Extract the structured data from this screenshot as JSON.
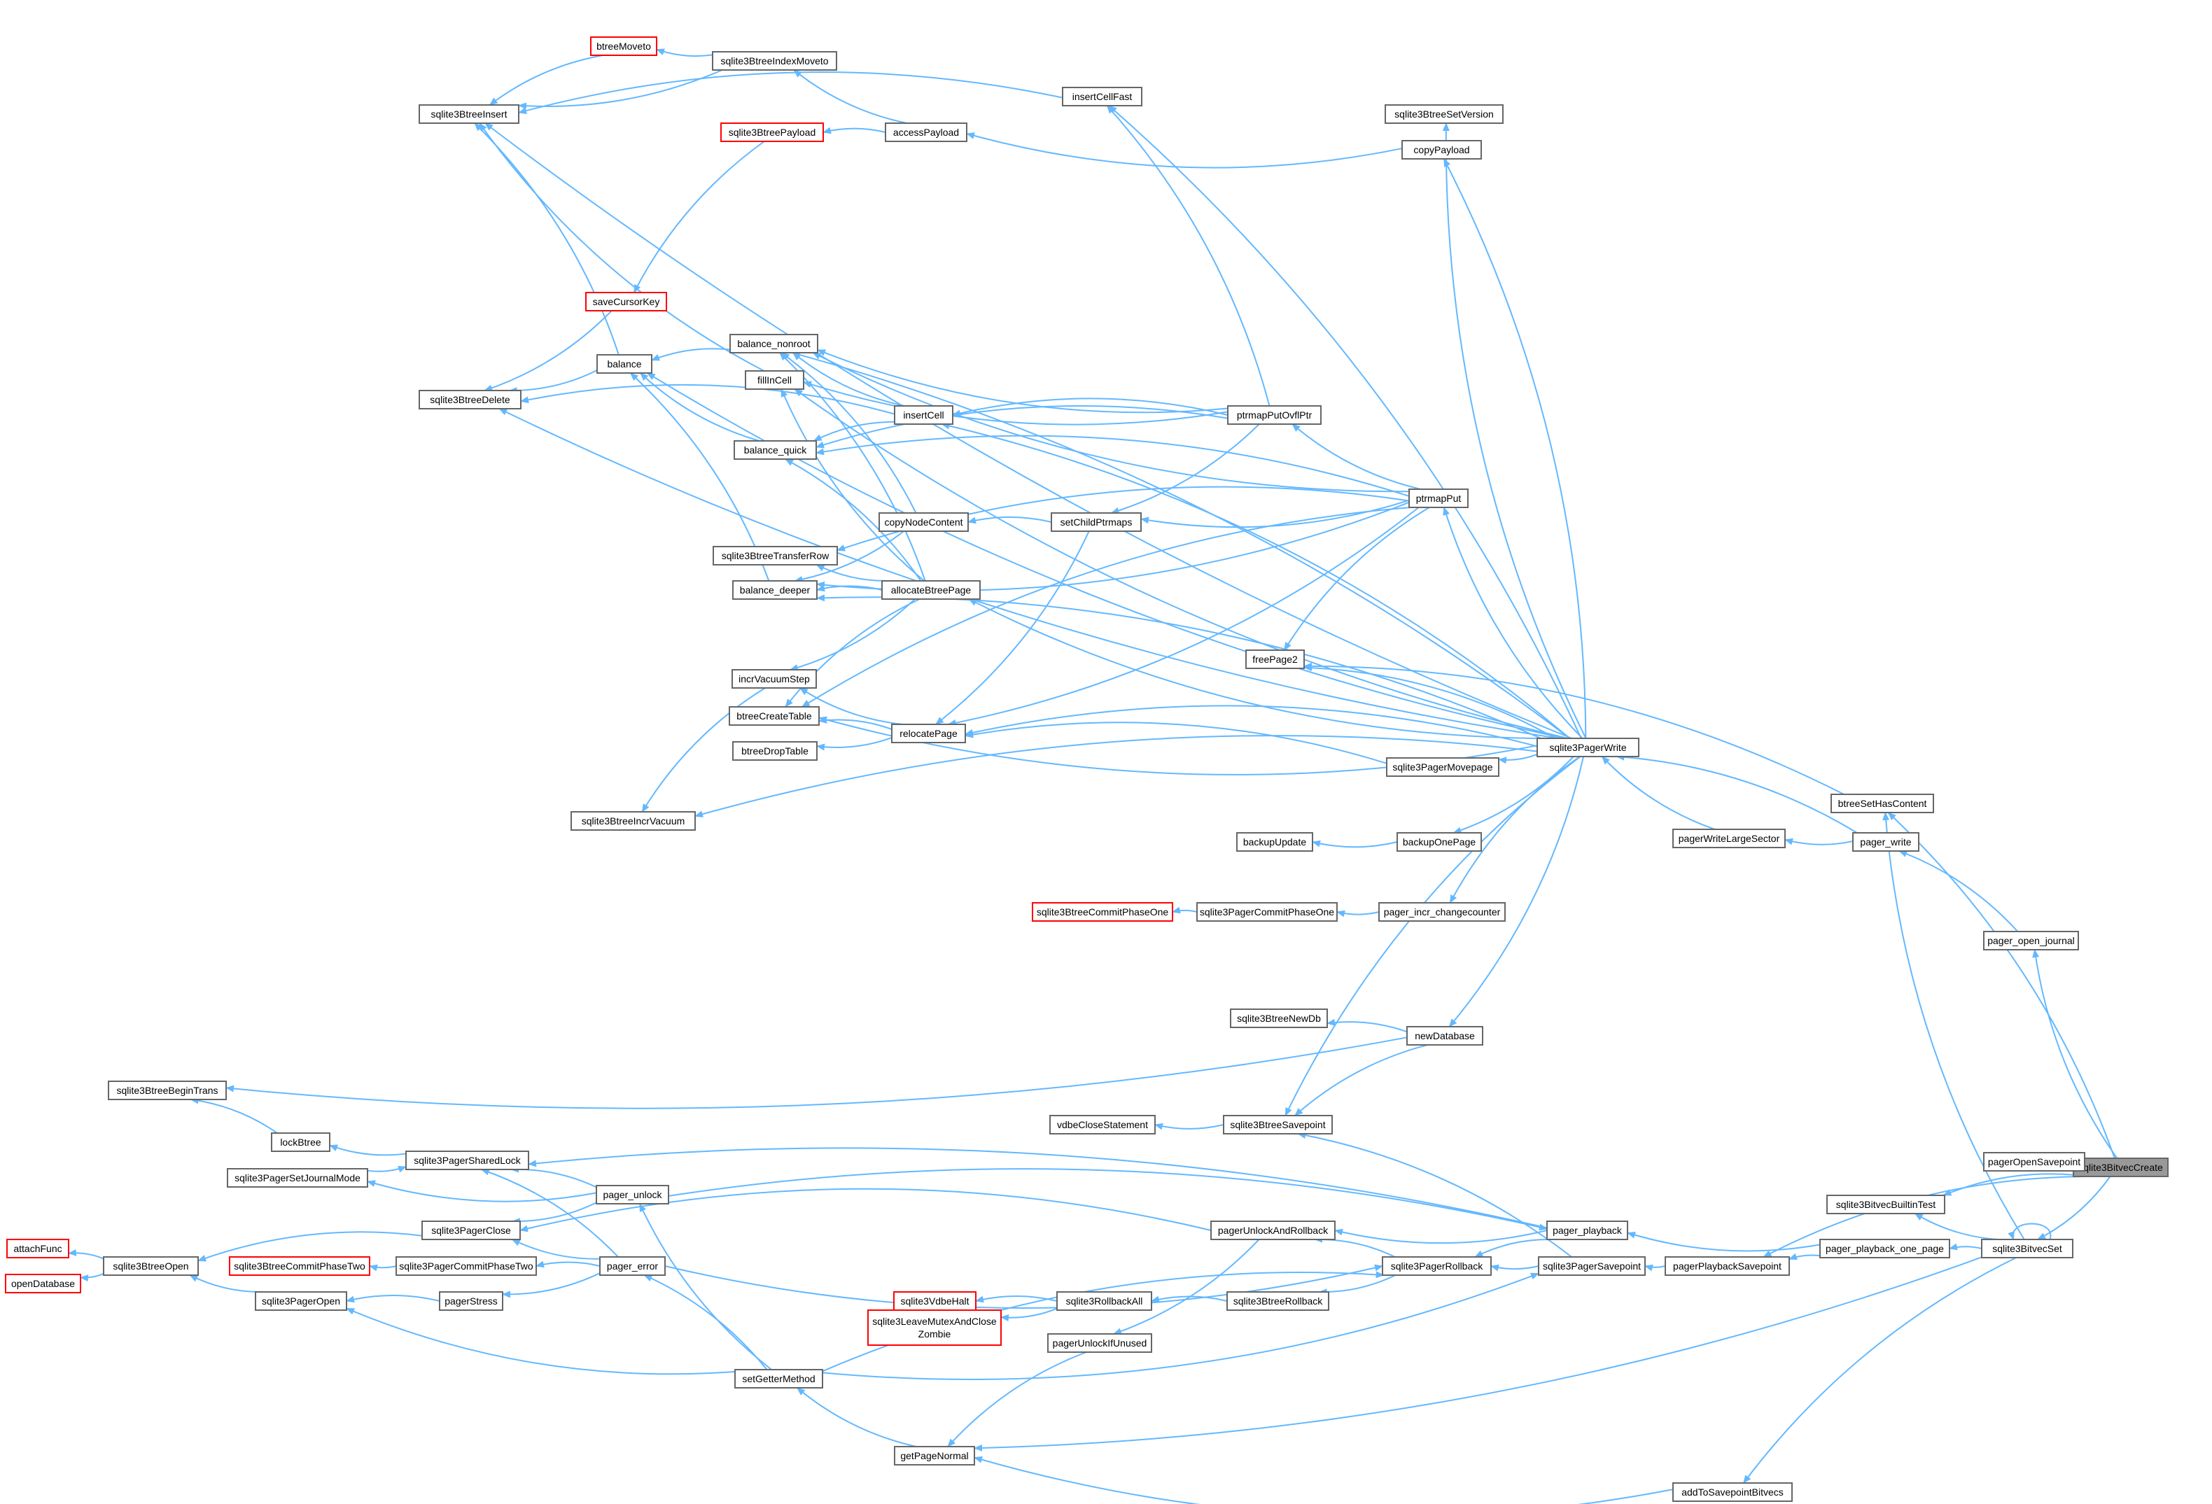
{
  "graph": {
    "root": "sqlite3BitvecCreate",
    "colors": {
      "edge": "#63b8ff",
      "border": "#666666",
      "highlight_border": "#ff0000",
      "root_fill": "#999999"
    },
    "nodes": [
      {
        "id": "sqlite3BitvecCreate",
        "label": "sqlite3BitvecCreate",
        "root": true
      },
      {
        "id": "btreeMoveto",
        "label": "btreeMoveto",
        "red": true
      },
      {
        "id": "sqlite3BtreeIndexMoveto",
        "label": "sqlite3BtreeIndexMoveto"
      },
      {
        "id": "sqlite3BtreeInsert",
        "label": "sqlite3BtreeInsert"
      },
      {
        "id": "insertCellFast",
        "label": "insertCellFast"
      },
      {
        "id": "sqlite3BtreeSetVersion",
        "label": "sqlite3BtreeSetVersion"
      },
      {
        "id": "sqlite3BtreePayload",
        "label": "sqlite3BtreePayload",
        "red": true
      },
      {
        "id": "accessPayload",
        "label": "accessPayload"
      },
      {
        "id": "copyPayload",
        "label": "copyPayload"
      },
      {
        "id": "saveCursorKey",
        "label": "saveCursorKey",
        "red": true
      },
      {
        "id": "balance_nonroot",
        "label": "balance_nonroot"
      },
      {
        "id": "balance",
        "label": "balance"
      },
      {
        "id": "fillInCell",
        "label": "fillInCell"
      },
      {
        "id": "sqlite3BtreeDelete",
        "label": "sqlite3BtreeDelete"
      },
      {
        "id": "insertCell",
        "label": "insertCell"
      },
      {
        "id": "ptrmapPutOvflPtr",
        "label": "ptrmapPutOvflPtr"
      },
      {
        "id": "balance_quick",
        "label": "balance_quick"
      },
      {
        "id": "ptrmapPut",
        "label": "ptrmapPut"
      },
      {
        "id": "copyNodeContent",
        "label": "copyNodeContent"
      },
      {
        "id": "setChildPtrmaps",
        "label": "setChildPtrmaps"
      },
      {
        "id": "sqlite3BtreeTransferRow",
        "label": "sqlite3BtreeTransferRow"
      },
      {
        "id": "balance_deeper",
        "label": "balance_deeper"
      },
      {
        "id": "allocateBtreePage",
        "label": "allocateBtreePage"
      },
      {
        "id": "freePage2",
        "label": "freePage2"
      },
      {
        "id": "incrVacuumStep",
        "label": "incrVacuumStep"
      },
      {
        "id": "btreeCreateTable",
        "label": "btreeCreateTable"
      },
      {
        "id": "relocatePage",
        "label": "relocatePage"
      },
      {
        "id": "sqlite3PagerWrite",
        "label": "sqlite3PagerWrite"
      },
      {
        "id": "btreeDropTable",
        "label": "btreeDropTable"
      },
      {
        "id": "sqlite3PagerMovepage",
        "label": "sqlite3PagerMovepage"
      },
      {
        "id": "btreeSetHasContent",
        "label": "btreeSetHasContent"
      },
      {
        "id": "sqlite3BtreeIncrVacuum",
        "label": "sqlite3BtreeIncrVacuum"
      },
      {
        "id": "pagerWriteLargeSector",
        "label": "pagerWriteLargeSector"
      },
      {
        "id": "pager_write",
        "label": "pager_write"
      },
      {
        "id": "backupUpdate",
        "label": "backupUpdate"
      },
      {
        "id": "backupOnePage",
        "label": "backupOnePage"
      },
      {
        "id": "sqlite3BtreeCommitPhaseOne",
        "label": "sqlite3BtreeCommitPhaseOne",
        "red": true
      },
      {
        "id": "sqlite3PagerCommitPhaseOne",
        "label": "sqlite3PagerCommitPhaseOne"
      },
      {
        "id": "pager_incr_changecounter",
        "label": "pager_incr_changecounter"
      },
      {
        "id": "pager_open_journal",
        "label": "pager_open_journal"
      },
      {
        "id": "sqlite3BtreeNewDb",
        "label": "sqlite3BtreeNewDb"
      },
      {
        "id": "newDatabase",
        "label": "newDatabase"
      },
      {
        "id": "sqlite3BtreeBeginTrans",
        "label": "sqlite3BtreeBeginTrans"
      },
      {
        "id": "vdbeCloseStatement",
        "label": "vdbeCloseStatement"
      },
      {
        "id": "sqlite3BtreeSavepoint",
        "label": "sqlite3BtreeSavepoint"
      },
      {
        "id": "lockBtree",
        "label": "lockBtree"
      },
      {
        "id": "pagerOpenSavepoint",
        "label": "pagerOpenSavepoint"
      },
      {
        "id": "sqlite3PagerSharedLock",
        "label": "sqlite3PagerSharedLock"
      },
      {
        "id": "sqlite3PagerSetJournalMode",
        "label": "sqlite3PagerSetJournalMode"
      },
      {
        "id": "pager_unlock",
        "label": "pager_unlock"
      },
      {
        "id": "sqlite3BitvecBuiltinTest",
        "label": "sqlite3BitvecBuiltinTest"
      },
      {
        "id": "pager_playback",
        "label": "pager_playback"
      },
      {
        "id": "pagerUnlockAndRollback",
        "label": "pagerUnlockAndRollback"
      },
      {
        "id": "attachFunc",
        "label": "attachFunc",
        "red": true
      },
      {
        "id": "sqlite3PagerClose",
        "label": "sqlite3PagerClose"
      },
      {
        "id": "pager_playback_one_page",
        "label": "pager_playback_one_page"
      },
      {
        "id": "sqlite3BitvecSet",
        "label": "sqlite3BitvecSet"
      },
      {
        "id": "sqlite3BtreeOpen",
        "label": "sqlite3BtreeOpen"
      },
      {
        "id": "sqlite3BtreeCommitPhaseTwo",
        "label": "sqlite3BtreeCommitPhaseTwo",
        "red": true
      },
      {
        "id": "sqlite3PagerCommitPhaseTwo",
        "label": "sqlite3PagerCommitPhaseTwo"
      },
      {
        "id": "pager_error",
        "label": "pager_error"
      },
      {
        "id": "sqlite3PagerRollback",
        "label": "sqlite3PagerRollback"
      },
      {
        "id": "sqlite3PagerSavepoint",
        "label": "sqlite3PagerSavepoint"
      },
      {
        "id": "pagerPlaybackSavepoint",
        "label": "pagerPlaybackSavepoint"
      },
      {
        "id": "openDatabase",
        "label": "openDatabase",
        "red": true
      },
      {
        "id": "sqlite3PagerOpen",
        "label": "sqlite3PagerOpen"
      },
      {
        "id": "pagerStress",
        "label": "pagerStress"
      },
      {
        "id": "sqlite3VdbeHalt",
        "label": "sqlite3VdbeHalt",
        "red": true
      },
      {
        "id": "sqlite3RollbackAll",
        "label": "sqlite3RollbackAll"
      },
      {
        "id": "sqlite3BtreeRollback",
        "label": "sqlite3BtreeRollback"
      },
      {
        "id": "sqlite3LeaveMutexAndCloseZombie",
        "label": "sqlite3LeaveMutexAndClose\nZombie",
        "red": true
      },
      {
        "id": "pagerUnlockIfUnused",
        "label": "pagerUnlockIfUnused"
      },
      {
        "id": "setGetterMethod",
        "label": "setGetterMethod"
      },
      {
        "id": "getPageNormal",
        "label": "getPageNormal"
      },
      {
        "id": "addToSavepointBitvecs",
        "label": "addToSavepointBitvecs"
      }
    ],
    "edges": [
      [
        "btreeMoveto",
        "sqlite3BtreeIndexMoveto"
      ],
      [
        "sqlite3BtreeInsert",
        "btreeMoveto"
      ],
      [
        "sqlite3BtreeInsert",
        "sqlite3BtreeIndexMoveto"
      ],
      [
        "sqlite3BtreeInsert",
        "insertCellFast"
      ],
      [
        "sqlite3BtreeIndexMoveto",
        "accessPayload"
      ],
      [
        "sqlite3BtreePayload",
        "accessPayload"
      ],
      [
        "accessPayload",
        "copyPayload"
      ],
      [
        "saveCursorKey",
        "sqlite3BtreePayload"
      ],
      [
        "sqlite3BtreeDelete",
        "saveCursorKey"
      ],
      [
        "sqlite3BtreeInsert",
        "balance"
      ],
      [
        "sqlite3BtreeDelete",
        "balance"
      ],
      [
        "balance",
        "balance_nonroot"
      ],
      [
        "balance",
        "balance_quick"
      ],
      [
        "balance",
        "balance_deeper"
      ],
      [
        "sqlite3BtreeInsert",
        "fillInCell"
      ],
      [
        "sqlite3BtreeDelete",
        "insertCell"
      ],
      [
        "balance_nonroot",
        "insertCell"
      ],
      [
        "balance_quick",
        "insertCell"
      ],
      [
        "fillInCell",
        "ptrmapPutOvflPtr"
      ],
      [
        "insertCell",
        "ptrmapPutOvflPtr"
      ],
      [
        "balance_nonroot",
        "ptrmapPutOvflPtr"
      ],
      [
        "balance_quick",
        "ptrmapPutOvflPtr"
      ],
      [
        "setChildPtrmaps",
        "ptrmapPutOvflPtr"
      ],
      [
        "copyNodeContent",
        "setChildPtrmaps"
      ],
      [
        "relocatePage",
        "setChildPtrmaps"
      ],
      [
        "balance_nonroot",
        "copyNodeContent"
      ],
      [
        "balance_deeper",
        "copyNodeContent"
      ],
      [
        "balance_nonroot",
        "allocateBtreePage"
      ],
      [
        "fillInCell",
        "allocateBtreePage"
      ],
      [
        "balance_quick",
        "allocateBtreePage"
      ],
      [
        "sqlite3BtreeTransferRow",
        "allocateBtreePage"
      ],
      [
        "balance_deeper",
        "allocateBtreePage"
      ],
      [
        "incrVacuumStep",
        "allocateBtreePage"
      ],
      [
        "btreeCreateTable",
        "allocateBtreePage"
      ],
      [
        "incrVacuumStep",
        "relocatePage"
      ],
      [
        "btreeCreateTable",
        "relocatePage"
      ],
      [
        "btreeDropTable",
        "relocatePage"
      ],
      [
        "sqlite3BtreeIncrVacuum",
        "incrVacuumStep"
      ],
      [
        "balance_nonroot",
        "ptrmapPut"
      ],
      [
        "balance_quick",
        "ptrmapPut"
      ],
      [
        "setChildPtrmaps",
        "ptrmapPut"
      ],
      [
        "sqlite3BtreeTransferRow",
        "ptrmapPut"
      ],
      [
        "balance_deeper",
        "ptrmapPut"
      ],
      [
        "btreeCreateTable",
        "ptrmapPut"
      ],
      [
        "relocatePage",
        "ptrmapPut"
      ],
      [
        "freePage2",
        "ptrmapPut"
      ],
      [
        "ptrmapPutOvflPtr",
        "ptrmapPut"
      ],
      [
        "insertCellFast",
        "ptrmapPutOvflPtr"
      ],
      [
        "sqlite3BtreeInsert",
        "sqlite3PagerWrite"
      ],
      [
        "insertCellFast",
        "sqlite3PagerWrite"
      ],
      [
        "sqlite3BtreeSetVersion",
        "sqlite3PagerWrite"
      ],
      [
        "copyPayload",
        "sqlite3PagerWrite"
      ],
      [
        "balance",
        "sqlite3PagerWrite"
      ],
      [
        "balance_nonroot",
        "sqlite3PagerWrite"
      ],
      [
        "fillInCell",
        "sqlite3PagerWrite"
      ],
      [
        "insertCell",
        "sqlite3PagerWrite"
      ],
      [
        "ptrmapPut",
        "sqlite3PagerWrite"
      ],
      [
        "freePage2",
        "sqlite3PagerWrite"
      ],
      [
        "allocateBtreePage",
        "sqlite3PagerWrite"
      ],
      [
        "balance_deeper",
        "sqlite3PagerWrite"
      ],
      [
        "btreeCreateTable",
        "sqlite3PagerWrite"
      ],
      [
        "relocatePage",
        "sqlite3PagerWrite"
      ],
      [
        "sqlite3PagerMovepage",
        "sqlite3PagerWrite"
      ],
      [
        "sqlite3BtreeIncrVacuum",
        "sqlite3PagerWrite"
      ],
      [
        "backupOnePage",
        "sqlite3PagerWrite"
      ],
      [
        "pager_incr_changecounter",
        "sqlite3PagerWrite"
      ],
      [
        "newDatabase",
        "sqlite3PagerWrite"
      ],
      [
        "sqlite3BtreeSavepoint",
        "sqlite3PagerWrite"
      ],
      [
        "sqlite3BtreeDelete",
        "sqlite3PagerWrite"
      ],
      [
        "relocatePage",
        "sqlite3PagerMovepage"
      ],
      [
        "backupUpdate",
        "backupOnePage"
      ],
      [
        "sqlite3BtreeCommitPhaseOne",
        "sqlite3PagerCommitPhaseOne"
      ],
      [
        "sqlite3PagerCommitPhaseOne",
        "pager_incr_changecounter"
      ],
      [
        "sqlite3BtreeNewDb",
        "newDatabase"
      ],
      [
        "sqlite3BtreeBeginTrans",
        "newDatabase"
      ],
      [
        "sqlite3BtreeSavepoint",
        "newDatabase"
      ],
      [
        "vdbeCloseStatement",
        "sqlite3BtreeSavepoint"
      ],
      [
        "sqlite3BtreeBeginTrans",
        "lockBtree"
      ],
      [
        "lockBtree",
        "sqlite3PagerSharedLock"
      ],
      [
        "freePage2",
        "btreeSetHasContent"
      ],
      [
        "sqlite3PagerWrite",
        "pagerWriteLargeSector"
      ],
      [
        "sqlite3PagerWrite",
        "pager_write"
      ],
      [
        "pagerWriteLargeSector",
        "pager_write"
      ],
      [
        "pager_write",
        "pager_open_journal"
      ],
      [
        "pager_open_journal",
        "sqlite3BitvecCreate"
      ],
      [
        "btreeSetHasContent",
        "sqlite3BitvecCreate"
      ],
      [
        "pagerOpenSavepoint",
        "sqlite3BitvecCreate"
      ],
      [
        "sqlite3BitvecBuiltinTest",
        "sqlite3BitvecCreate"
      ],
      [
        "sqlite3BitvecSet",
        "sqlite3BitvecCreate"
      ],
      [
        "pagerPlaybackSavepoint",
        "sqlite3BitvecCreate"
      ],
      [
        "sqlite3BitvecBuiltinTest",
        "sqlite3BitvecSet"
      ],
      [
        "sqlite3BitvecSet",
        "sqlite3BitvecSet"
      ],
      [
        "btreeSetHasContent",
        "sqlite3BitvecSet"
      ],
      [
        "pager_playback_one_page",
        "sqlite3BitvecSet"
      ],
      [
        "getPageNormal",
        "sqlite3BitvecSet"
      ],
      [
        "addToSavepointBitvecs",
        "sqlite3BitvecSet"
      ],
      [
        "pager_playback",
        "pager_playback_one_page"
      ],
      [
        "pagerPlaybackSavepoint",
        "pager_playback_one_page"
      ],
      [
        "sqlite3PagerSavepoint",
        "pagerPlaybackSavepoint"
      ],
      [
        "sqlite3PagerSharedLock",
        "pager_playback"
      ],
      [
        "pagerUnlockAndRollback",
        "pager_playback"
      ],
      [
        "sqlite3PagerRollback",
        "pager_playback"
      ],
      [
        "pager_playback",
        "pager_unlock"
      ],
      [
        "sqlite3PagerSharedLock",
        "pager_unlock"
      ],
      [
        "sqlite3PagerSetJournalMode",
        "pager_unlock"
      ],
      [
        "sqlite3PagerSharedLock",
        "sqlite3PagerSetJournalMode"
      ],
      [
        "pager_unlock",
        "setGetterMethod"
      ],
      [
        "sqlite3PagerClose",
        "pagerUnlockAndRollback"
      ],
      [
        "pagerUnlockIfUnused",
        "pagerUnlockAndRollback"
      ],
      [
        "pagerUnlockAndRollback",
        "sqlite3PagerRollback"
      ],
      [
        "sqlite3BtreeRollback",
        "sqlite3PagerRollback"
      ],
      [
        "sqlite3BtreeSavepoint",
        "sqlite3PagerSavepoint"
      ],
      [
        "sqlite3PagerRollback",
        "sqlite3PagerSavepoint"
      ],
      [
        "sqlite3PagerRollback",
        "pager_error"
      ],
      [
        "sqlite3PagerClose",
        "pager_error"
      ],
      [
        "sqlite3PagerCommitPhaseTwo",
        "pager_error"
      ],
      [
        "pagerStress",
        "pager_error"
      ],
      [
        "sqlite3PagerSharedLock",
        "pager_error"
      ],
      [
        "sqlite3PagerClose",
        "pager_unlock"
      ],
      [
        "pager_error",
        "setGetterMethod"
      ],
      [
        "sqlite3BtreeCommitPhaseTwo",
        "sqlite3PagerCommitPhaseTwo"
      ],
      [
        "sqlite3BtreeOpen",
        "sqlite3PagerClose"
      ],
      [
        "sqlite3BtreeOpen",
        "sqlite3PagerOpen"
      ],
      [
        "attachFunc",
        "sqlite3BtreeOpen"
      ],
      [
        "openDatabase",
        "sqlite3BtreeOpen"
      ],
      [
        "sqlite3PagerOpen",
        "pagerStress"
      ],
      [
        "sqlite3PagerOpen",
        "setGetterMethod"
      ],
      [
        "sqlite3VdbeHalt",
        "sqlite3RollbackAll"
      ],
      [
        "sqlite3LeaveMutexAndCloseZombie",
        "sqlite3RollbackAll"
      ],
      [
        "sqlite3RollbackAll",
        "sqlite3BtreeRollback"
      ],
      [
        "sqlite3PagerRollback",
        "setGetterMethod"
      ],
      [
        "sqlite3PagerSavepoint",
        "setGetterMethod"
      ],
      [
        "setGetterMethod",
        "getPageNormal"
      ],
      [
        "getPageNormal",
        "pagerUnlockIfUnused"
      ],
      [
        "getPageNormal",
        "addToSavepointBitvecs"
      ]
    ]
  }
}
